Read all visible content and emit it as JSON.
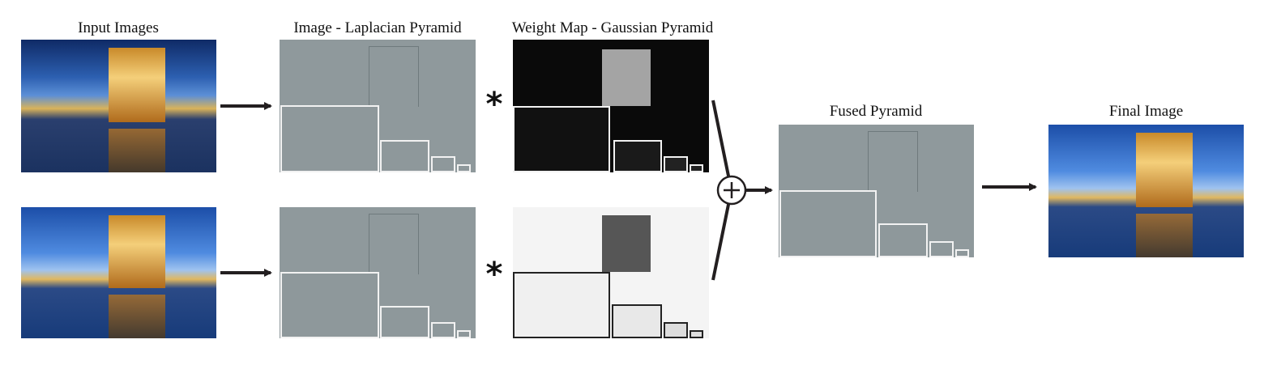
{
  "labels": {
    "input_images": "Input Images",
    "laplacian": "Image - Laplacian Pyramid",
    "gaussian": "Weight Map - Gaussian Pyramid",
    "fused": "Fused Pyramid",
    "final": "Final Image"
  },
  "symbols": {
    "multiply": "*",
    "sum": "+"
  },
  "colors": {
    "arrow": "#231f20",
    "pyramid_gray": "#8f999c",
    "pyramid_border": "#f2f2f2"
  },
  "icons": [
    "arrow-right-icon",
    "asterisk-icon",
    "circle-plus-icon"
  ]
}
